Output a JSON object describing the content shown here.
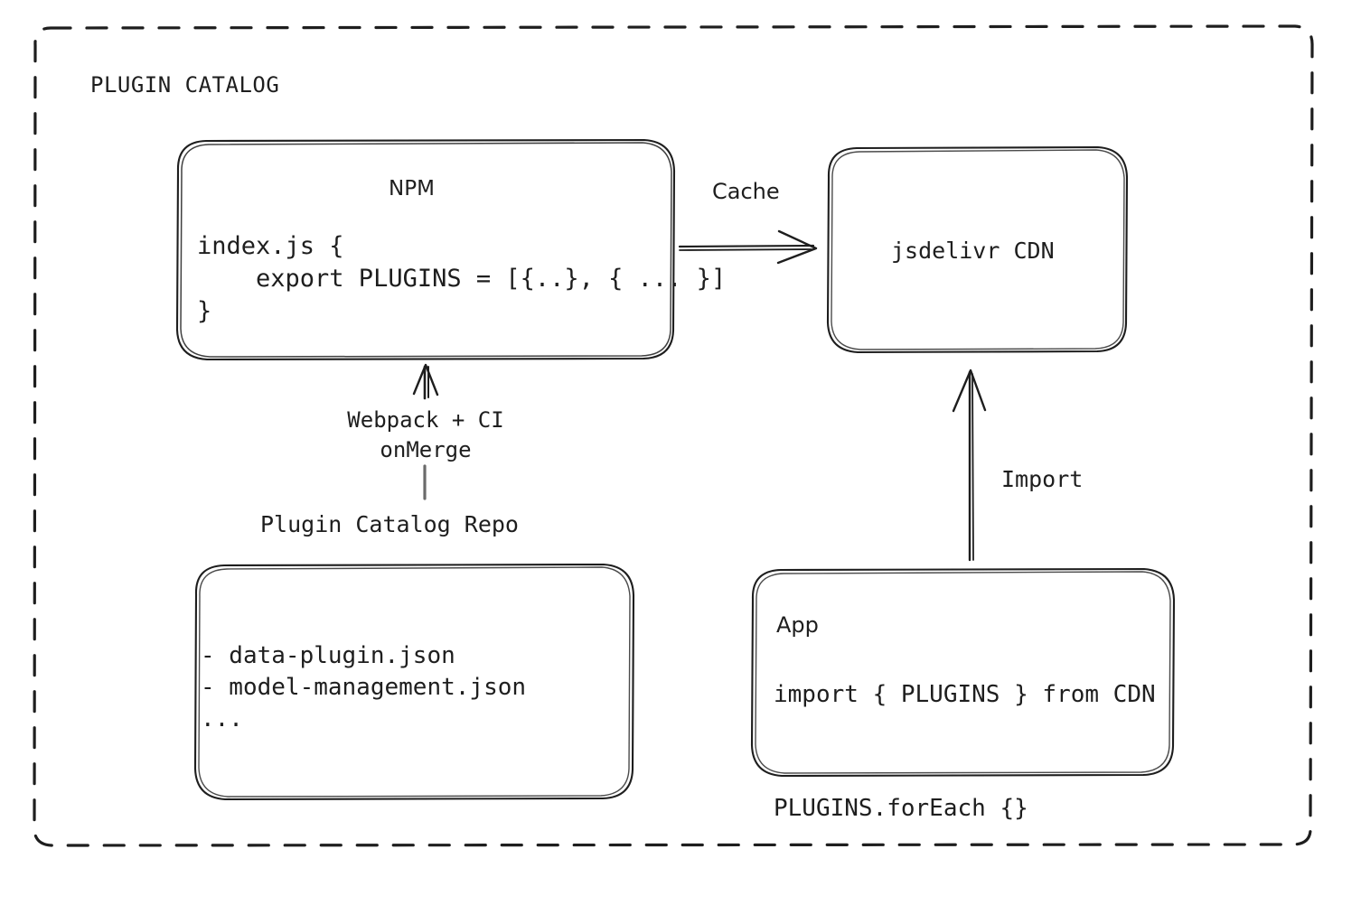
{
  "frame": {
    "title": "PLUGIN CATALOG",
    "style": "dashed-rounded-rectangle",
    "stroke_color": "#1e1e1e"
  },
  "theme": {
    "stroke": "#1e1e1e",
    "background": "#ffffff",
    "text": "#1e1e1e"
  },
  "nodes": {
    "npm": {
      "title": "NPM",
      "code_lines": [
        "index.js {",
        "    export PLUGINS = [{..}, { ... }]",
        "}"
      ],
      "code_text": "index.js {\n    export PLUGINS = [{..}, { ... }]\n}"
    },
    "cdn": {
      "title": "jsdelivr CDN"
    },
    "repo": {
      "label": "Plugin Catalog Repo",
      "file_lines": [
        "- data-plugin.json",
        "- model-management.json",
        "..."
      ],
      "file_text": "- data-plugin.json\n- model-management.json\n..."
    },
    "app": {
      "title": "App",
      "code_lines": [
        "import { PLUGINS } from CDN",
        "PLUGINS.forEach {}"
      ],
      "code_text": "import { PLUGINS } from CDN\n\nPLUGINS.forEach {}"
    }
  },
  "edges": {
    "npm_to_cdn": {
      "label": "Cache",
      "direction": "right"
    },
    "repo_to_npm": {
      "label": "Webpack + CI\nonMerge",
      "direction": "up"
    },
    "app_to_cdn": {
      "label": "Import",
      "direction": "up"
    }
  }
}
